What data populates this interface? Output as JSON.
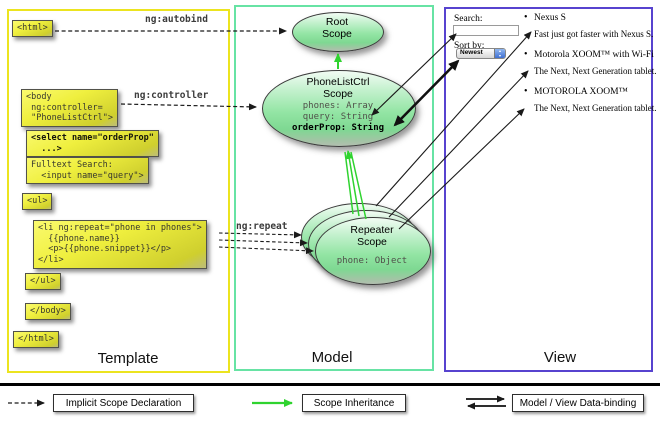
{
  "columns": {
    "template_label": "Template",
    "model_label": "Model",
    "view_label": "View"
  },
  "template": {
    "html_open": "<html>",
    "body_open": "<body\n ng:controller=\n \"PhoneListCtrl\">",
    "select_box": "<select name=\"orderProp\"\n  ...>",
    "fulltext_box": "Fulltext Search:\n  <input name=\"query\">",
    "ul_open": "<ul>",
    "li_repeat": "<li ng:repeat=\"phone in phones\">\n  {{phone.name}}\n  <p>{{phone.snippet}}</p>\n</li>",
    "ul_close": "</ul>",
    "body_close": "</body>",
    "html_close": "</html>",
    "labels": {
      "autobind": "ng:autobind",
      "controller": "ng:controller",
      "repeat": "ng:repeat"
    }
  },
  "model": {
    "root_scope": {
      "title1": "Root",
      "title2": "Scope"
    },
    "phonelist_scope": {
      "title1": "PhoneListCtrl",
      "title2": "Scope",
      "props": [
        "phones: Array",
        "query: String"
      ],
      "prop_bold": "orderProp: String"
    },
    "repeater_scope": {
      "title1": "Repeater",
      "title2": "Scope",
      "prop": "phone: Object"
    }
  },
  "view": {
    "search_label": "Search:",
    "search_value": "",
    "sort_label": "Sort by:",
    "sort_value": "Newest",
    "items": [
      {
        "title": "Nexus S",
        "desc": "Fast just got faster with Nexus S."
      },
      {
        "title": "Motorola XOOM™ with Wi-Fi",
        "desc": "The Next, Next Generation tablet."
      },
      {
        "title": "MOTOROLA XOOM™",
        "desc": "The Next, Next Generation tablet."
      }
    ]
  },
  "legend": {
    "implicit": "Implicit Scope Declaration",
    "inheritance": "Scope Inheritance",
    "databinding": "Model / View Data-binding"
  },
  "colors": {
    "template_border": "#ece41f",
    "model_border": "#67e3a4",
    "view_border": "#5743cf",
    "code_box_yellow": "#efef3e",
    "scope_green": "#93e5a4",
    "inheritance_green": "#2fd32f",
    "arrow_black": "#1a1a1a"
  }
}
